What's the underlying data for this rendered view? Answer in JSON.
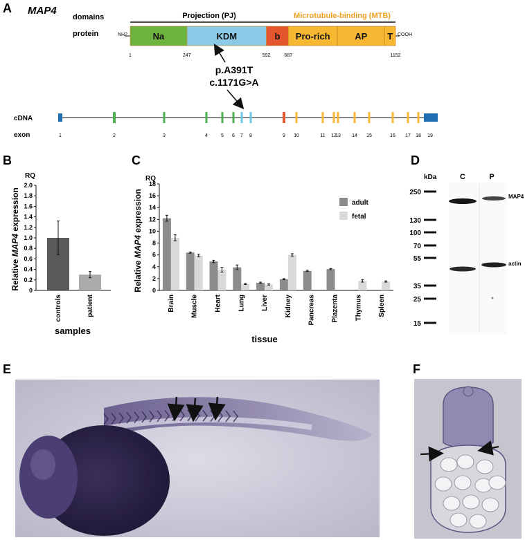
{
  "panel_a": {
    "letter": "A",
    "gene": "MAP4",
    "domains_label": "domains",
    "protein_label": "protein",
    "pj_label": "Projection (PJ)",
    "mtb_label": "Microtubule-binding (MTB)",
    "nh2": "NH2",
    "cooh": "COOH",
    "segments": [
      {
        "name": "Na",
        "start": 1,
        "end": 247,
        "color": "#6db33f"
      },
      {
        "name": "KDM",
        "start": 247,
        "end": 592,
        "color": "#8ccbe8"
      },
      {
        "name": "b",
        "start": 592,
        "end": 687,
        "color": "#e4572e"
      },
      {
        "name": "Pro-rich",
        "start": 687,
        "end": 900,
        "color": "#f7b733"
      },
      {
        "name": "AP",
        "start": 900,
        "end": 1105,
        "color": "#f7b733"
      },
      {
        "name": "T",
        "start": 1105,
        "end": 1152,
        "color": "#f7b733"
      }
    ],
    "positions": [
      "1",
      "247",
      "592",
      "687",
      "1152"
    ],
    "mutation_protein": "p.A391T",
    "mutation_cdna": "c.1171G>A",
    "cdna_label": "cDNA",
    "exon_label": "exon",
    "exons": [
      "1",
      "2",
      "3",
      "4",
      "5",
      "6",
      "7",
      "8",
      "9",
      "10",
      "11",
      "12",
      "13",
      "14",
      "15",
      "16",
      "17",
      "18",
      "19"
    ]
  },
  "panel_b": {
    "letter": "B",
    "rq": "RQ",
    "ylabel_pre": "Relative ",
    "ylabel_gene": "MAP4",
    "ylabel_post": " expression",
    "xlabel": "samples",
    "categories": [
      "controls",
      "patient"
    ],
    "yticks": [
      "0",
      "0.2",
      "0.4",
      "0.6",
      "0.8",
      "1.0",
      "1.2",
      "1.4",
      "1.6",
      "1.8",
      "2.0"
    ]
  },
  "panel_c": {
    "letter": "C",
    "rq": "RQ",
    "ylabel_pre": "Relative ",
    "ylabel_gene": "MAP4",
    "ylabel_post": " expression",
    "xlabel": "tissue",
    "yticks": [
      "0",
      "2",
      "4",
      "6",
      "8",
      "10",
      "12",
      "14",
      "16",
      "18"
    ]
  },
  "panel_d": {
    "letter": "D",
    "kda": "kDa",
    "lanes": [
      "C",
      "P"
    ],
    "markers": [
      "250",
      "130",
      "100",
      "70",
      "55",
      "35",
      "25",
      "15"
    ],
    "band_labels": [
      "MAP4",
      "actin"
    ]
  },
  "panel_e": {
    "letter": "E"
  },
  "panel_f": {
    "letter": "F"
  },
  "chart_data": [
    {
      "type": "bar",
      "categories": [
        "controls",
        "patient"
      ],
      "values": [
        1.0,
        0.3
      ],
      "errors": [
        0.32,
        0.06
      ],
      "ylabel": "Relative MAP4 expression",
      "xlabel": "samples",
      "ylim": [
        0,
        2.0
      ],
      "colors": [
        "#595959",
        "#ababab"
      ]
    },
    {
      "type": "bar",
      "categories": [
        "Brain",
        "Muscle",
        "Heart",
        "Lung",
        "Liver",
        "Kidney",
        "Pancreas",
        "Plazenta",
        "Thymus",
        "Spleen"
      ],
      "series": [
        {
          "name": "adult",
          "values": [
            12.2,
            6.4,
            4.9,
            3.9,
            1.3,
            1.9,
            3.3,
            3.6,
            null,
            null
          ],
          "errors": [
            0.5,
            0.1,
            0.2,
            0.4,
            0.1,
            0.1,
            0.1,
            0.1,
            null,
            null
          ],
          "color": "#8c8c8c"
        },
        {
          "name": "fetal",
          "values": [
            8.9,
            5.9,
            3.5,
            1.1,
            1.0,
            6.0,
            null,
            null,
            1.6,
            1.5
          ],
          "errors": [
            0.5,
            0.2,
            0.4,
            0.1,
            0.1,
            0.2,
            null,
            null,
            0.2,
            0.1
          ],
          "color": "#d9d9d9"
        }
      ],
      "ylabel": "Relative MAP4 expression",
      "xlabel": "tissue",
      "ylim": [
        0,
        18
      ],
      "legend": "top-right"
    }
  ]
}
